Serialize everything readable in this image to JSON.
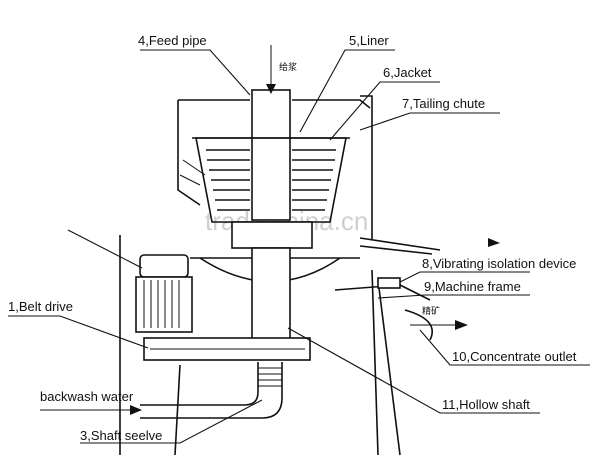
{
  "labels": {
    "feed_pipe": "4,Feed pipe",
    "liner": "5,Liner",
    "jacket": "6,Jacket",
    "tailing_chute": "7,Tailing chute",
    "vibrating_isolation": "8,Vibrating isolation device",
    "machine_frame": "9,Machine frame",
    "belt_drive": "1,Belt drive",
    "concentrate_outlet": "10,Concentrate outlet",
    "backwash_water": "backwash water",
    "hollow_shaft": "11,Hollow shaft",
    "shaft_seelve": "3,Shaft seelve"
  },
  "small_marks": {
    "feed_mark": "给浆",
    "concentrate_mark": "精矿"
  },
  "watermark": "trade.china.cn"
}
